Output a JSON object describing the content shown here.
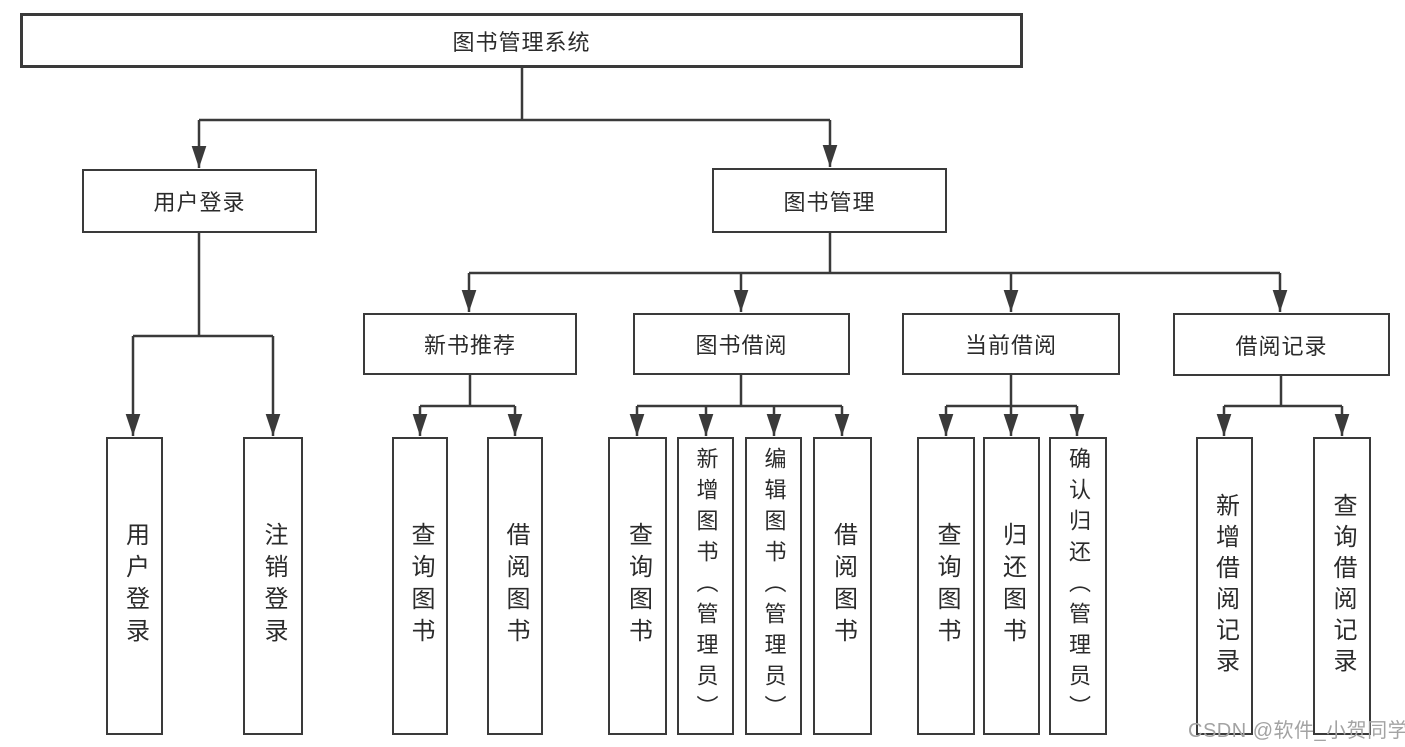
{
  "diagram_title": "图书管理系统",
  "tree": {
    "label": "图书管理系统",
    "children": [
      {
        "label": "用户登录",
        "children": [
          {
            "label": "用户登录"
          },
          {
            "label": "注销登录"
          }
        ]
      },
      {
        "label": "图书管理",
        "children": [
          {
            "label": "新书推荐",
            "children": [
              {
                "label": "查询图书"
              },
              {
                "label": "借阅图书"
              }
            ]
          },
          {
            "label": "图书借阅",
            "children": [
              {
                "label": "查询图书"
              },
              {
                "label": "新增图书（管理员）"
              },
              {
                "label": "编辑图书（管理员）"
              },
              {
                "label": "借阅图书"
              }
            ]
          },
          {
            "label": "当前借阅",
            "children": [
              {
                "label": "查询图书"
              },
              {
                "label": "归还图书"
              },
              {
                "label": "确认归还（管理员）"
              }
            ]
          },
          {
            "label": "借阅记录",
            "children": [
              {
                "label": "新增借阅记录"
              },
              {
                "label": "查询借阅记录"
              }
            ]
          }
        ]
      }
    ]
  },
  "watermark": "CSDN @软件_小贺同学",
  "colors": {
    "line": "#3a3a3a",
    "node_border": "#3a3a3a",
    "node_background": "#ffffff",
    "text": "#2b2b2b",
    "watermark": "#a3a3a3",
    "background": "#ffffff"
  }
}
